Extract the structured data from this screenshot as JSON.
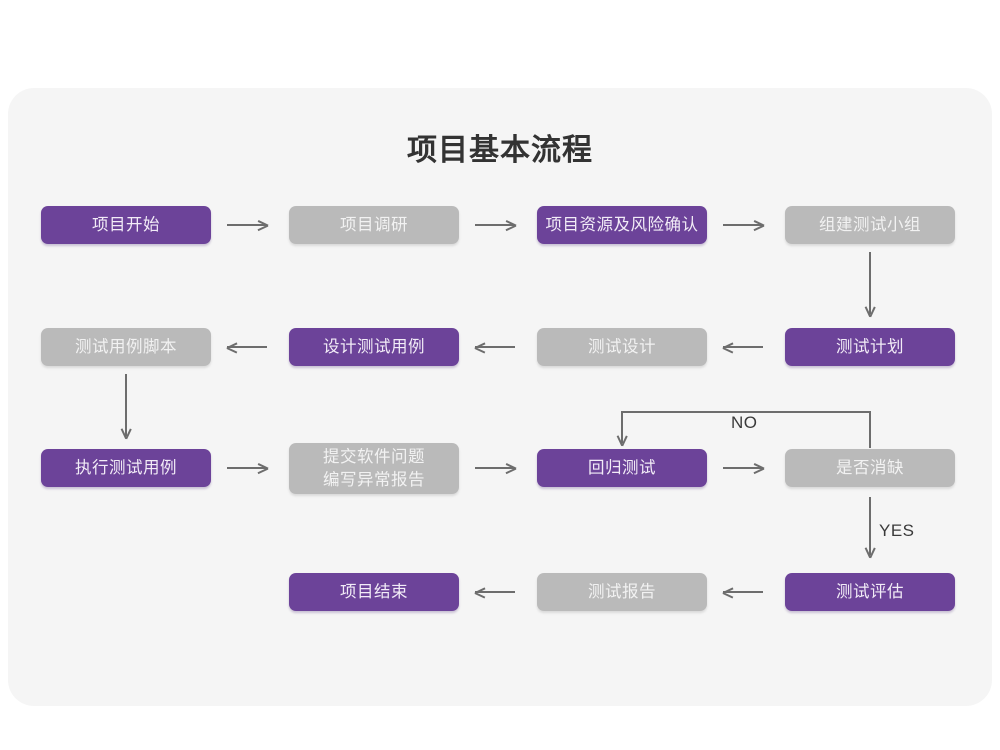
{
  "diagram": {
    "title": "项目基本流程",
    "colors": {
      "accent_purple": "#6c4399",
      "muted_gray": "#bababa",
      "panel_background": "#f5f5f5",
      "page_background": "#ffffff",
      "connector": "#6d6d6d",
      "title_text": "#333333"
    },
    "rows": [
      {
        "direction": "right",
        "nodes": [
          {
            "id": "n1",
            "label": "项目开始",
            "style": "purple"
          },
          {
            "id": "n2",
            "label": "项目调研",
            "style": "gray"
          },
          {
            "id": "n3",
            "label": "项目资源及风险确认",
            "style": "purple"
          },
          {
            "id": "n4",
            "label": "组建测试小组",
            "style": "gray"
          }
        ]
      },
      {
        "direction": "left",
        "nodes": [
          {
            "id": "n5",
            "label": "测试用例脚本",
            "style": "gray"
          },
          {
            "id": "n6",
            "label": "设计测试用例",
            "style": "purple"
          },
          {
            "id": "n7",
            "label": "测试设计",
            "style": "gray"
          },
          {
            "id": "n8",
            "label": "测试计划",
            "style": "purple"
          }
        ]
      },
      {
        "direction": "right",
        "nodes": [
          {
            "id": "n9",
            "label": "执行测试用例",
            "style": "purple"
          },
          {
            "id": "n10",
            "label": "提交软件问题\n编写异常报告",
            "style": "gray"
          },
          {
            "id": "n11",
            "label": "回归测试",
            "style": "purple"
          },
          {
            "id": "n12",
            "label": "是否消缺",
            "style": "gray"
          }
        ]
      },
      {
        "direction": "left",
        "nodes": [
          {
            "id": "n13",
            "label": "项目结束",
            "style": "purple"
          },
          {
            "id": "n14",
            "label": "测试报告",
            "style": "gray"
          },
          {
            "id": "n15",
            "label": "测试评估",
            "style": "purple"
          }
        ]
      }
    ],
    "edge_labels": {
      "no": "NO",
      "yes": "YES"
    }
  }
}
